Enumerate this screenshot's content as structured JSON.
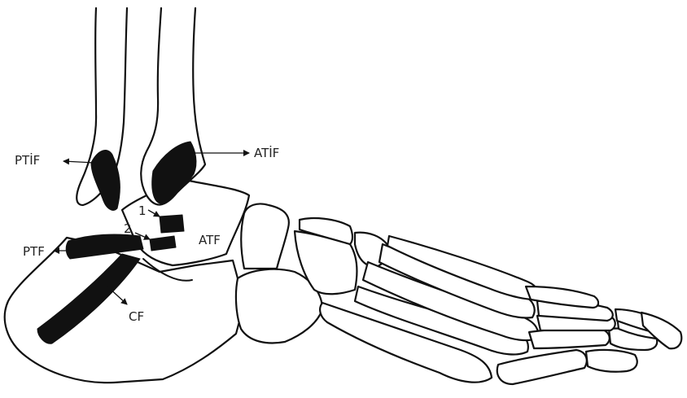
{
  "labels": {
    "ptif": "PTİF",
    "atif": "ATİF",
    "ptf": "PTF",
    "atf": "ATF",
    "cf": "CF",
    "one": "1",
    "two": "2"
  },
  "colors": {
    "ink": "#111111",
    "background": "#ffffff",
    "label": "#222222"
  }
}
